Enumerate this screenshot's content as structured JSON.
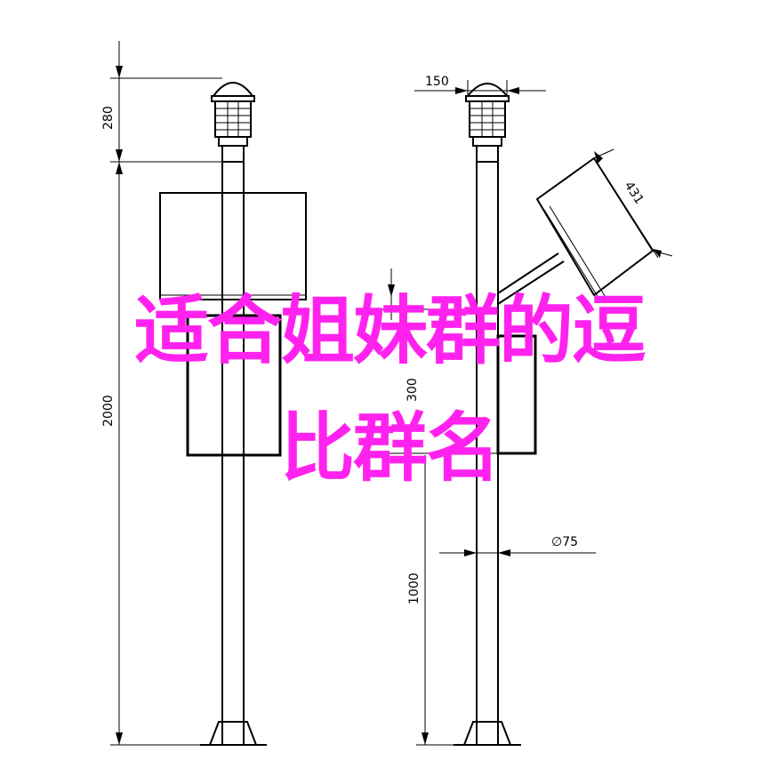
{
  "dimensions": {
    "left_top_height": "280",
    "left_total_height": "2000",
    "right_top_width": "150",
    "panel_width": "431",
    "box_height": "300",
    "pole_diameter": "∅75",
    "right_lower_height": "1000"
  },
  "overlay": {
    "line1": "适合姐妹群的逗",
    "line2": "比群名",
    "color": "#ff22ee"
  }
}
